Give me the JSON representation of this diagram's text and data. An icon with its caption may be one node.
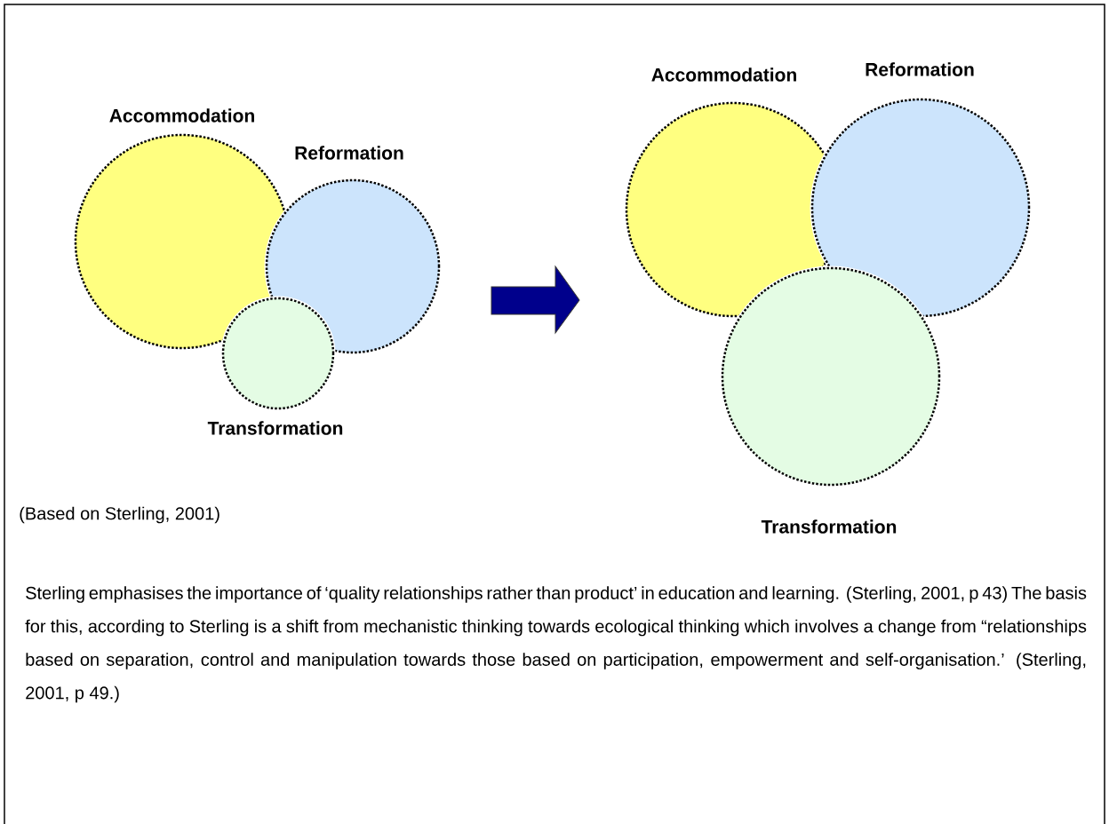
{
  "diagram": {
    "nodes": [
      {
        "text": [
          "Accommodation"
        ]
      },
      {
        "text": [
          "Reformation"
        ]
      },
      {
        "text": [
          "Transformation"
        ]
      },
      {
        "text": [
          "Accommodation"
        ]
      },
      {
        "text": [
          "Reformation"
        ]
      },
      {
        "text": [
          "Transformation"
        ]
      }
    ],
    "labels": [
      "(Based on Sterling, 2001)",
      "Sterling emphasises the importance of ‘quality relationships rather than product’ in education and learning.  (Sterling, 2001, p 43)  The basis for this, according to Sterling is a shift from mechanistic thinking towards ecological thinking which involves a change from “relationships based on separation, control and manipulation towards those based on participation, empowerment and self-organisation.’ (Sterling, 2001, p 49.)"
    ]
  }
}
